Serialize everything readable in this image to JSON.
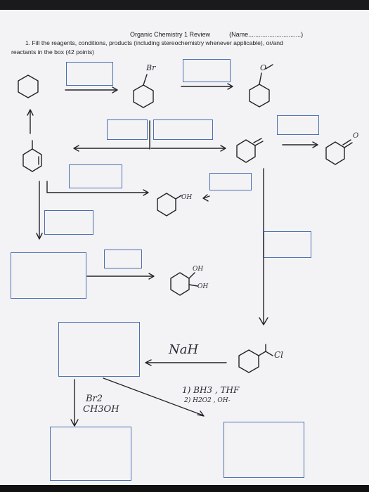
{
  "header": {
    "title": "Organic Chemistry 1 Review",
    "name_label": "(Name..............................)"
  },
  "instructions": {
    "line1": "1. Fill the reagents, conditions, products (including stereochemistry whenever applicable), or/and",
    "line2": "reactants in the box (42 points)"
  },
  "handwriting": {
    "br_substituent": "Br",
    "methoxy": "O",
    "carbonyl_o": "O",
    "oh": "OH",
    "diol_oh_top": "OH",
    "diol_oh_bottom": "OH",
    "cl": "Cl",
    "nah": "NaH",
    "br2": "Br2",
    "ch3oh": "CH3OH",
    "hydroboration_step1": "1) BH3 , THF",
    "hydroboration_step2": "2) H2O2 , OH-"
  },
  "colors": {
    "box_border": "#4a6fb0",
    "ink": "#222228",
    "paper": "#f3f3f5"
  }
}
